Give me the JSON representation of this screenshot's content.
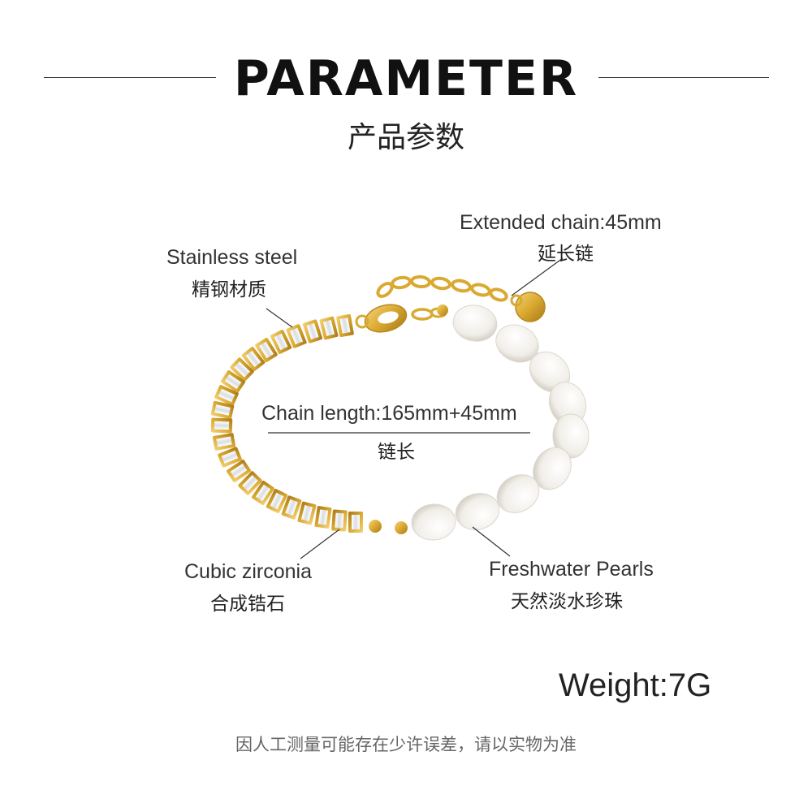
{
  "header": {
    "title": "PARAMETER",
    "subtitle": "产品参数"
  },
  "labels": {
    "extended_chain": {
      "en": "Extended chain:45mm",
      "cn": "延长链"
    },
    "stainless_steel": {
      "en": "Stainless steel",
      "cn": "精钢材质"
    },
    "chain_length": {
      "en": "Chain length:165mm+45mm",
      "cn": "链长"
    },
    "cubic_zirconia": {
      "en": "Cubic zirconia",
      "cn": "合成锆石"
    },
    "freshwater_pearls": {
      "en": "Freshwater Pearls",
      "cn": "天然淡水珍珠"
    }
  },
  "weight": "Weight:7G",
  "footer_note": "因人工测量可能存在少许误差，请以实物为准",
  "colors": {
    "gold": "#d9a930",
    "pearl": "#f4f1ec",
    "text": "#222222"
  }
}
